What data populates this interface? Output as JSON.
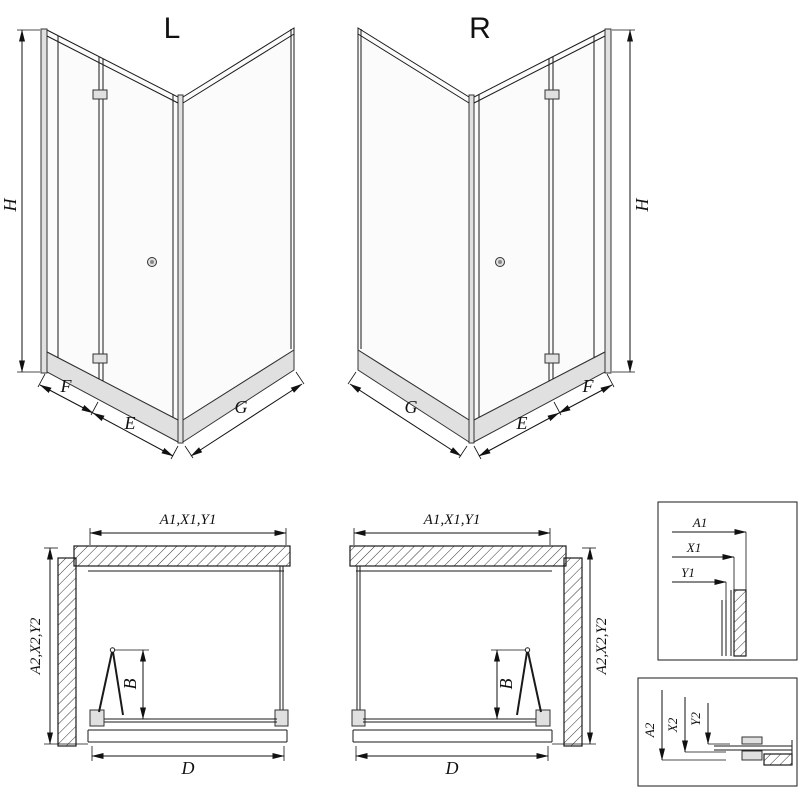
{
  "views": {
    "l3d": {
      "label": "L",
      "h": "H",
      "f": "F",
      "e": "E",
      "g": "G"
    },
    "r3d": {
      "label": "R",
      "h": "H",
      "f": "F",
      "e": "E",
      "g": "G"
    },
    "planL": {
      "top": "A1,X1,Y1",
      "side": "A2,X2,Y2",
      "fold": "B",
      "width": "D"
    },
    "planR": {
      "top": "A1,X1,Y1",
      "side": "A2,X2,Y2",
      "fold": "B",
      "width": "D"
    },
    "detailTop": {
      "a1": "A1",
      "x1": "X1",
      "y1": "Y1"
    },
    "detailBottom": {
      "a2": "A2",
      "x2": "X2",
      "y2": "Y2"
    }
  },
  "colors": {
    "line": "#1a1a1a",
    "chrome": "#e0e0e0",
    "background": "#ffffff"
  }
}
